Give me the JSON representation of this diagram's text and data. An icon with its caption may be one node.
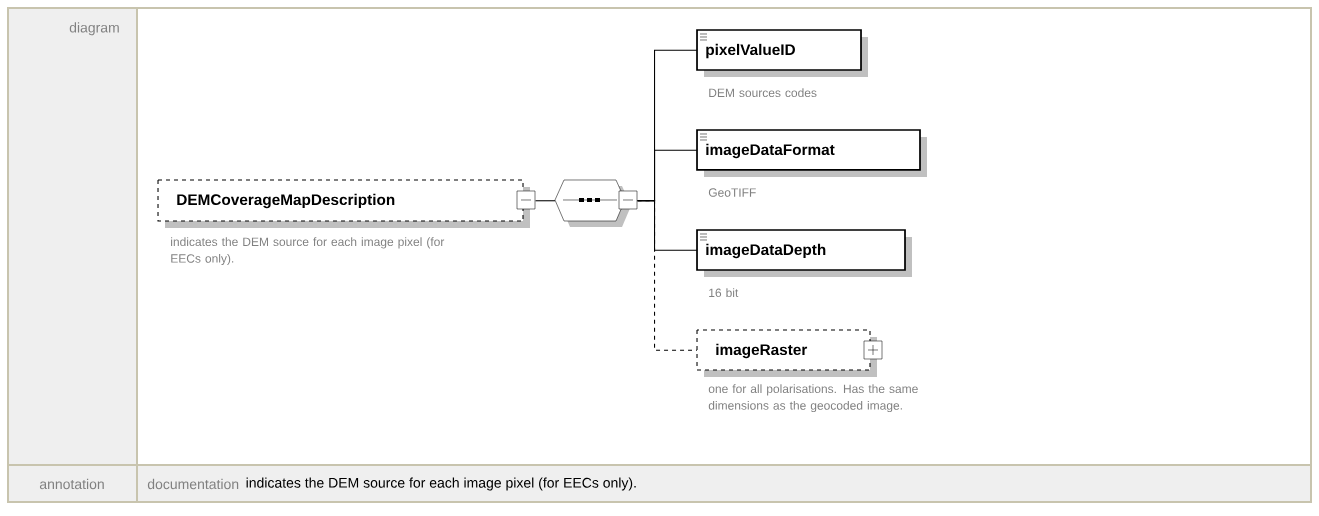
{
  "diagram": {
    "nodes": [
      {
        "text": [
          "DEMCoverageMapDescription"
        ],
        "beside": [
          "indicates the DEM source for each image pixel (for EECs only)."
        ]
      },
      {
        "text": [],
        "shape": "octagon"
      },
      {
        "text": [
          "pixelValueID"
        ],
        "beside": [
          "DEM sources codes"
        ]
      },
      {
        "text": [
          "imageDataFormat"
        ],
        "beside": [
          "GeoTIFF"
        ]
      },
      {
        "text": [
          "imageDataDepth"
        ],
        "beside": [
          "16 bit"
        ]
      },
      {
        "text": [
          "imageRaster"
        ],
        "beside": [
          "one for all polarisations.  Has the same dimensions as the geocoded image."
        ]
      }
    ],
    "edges": [
      {
        "from": 0,
        "to": 1,
        "arrow": "none"
      },
      {
        "from": 1,
        "to": 2,
        "arrow": "none"
      },
      {
        "from": 1,
        "to": 3,
        "arrow": "none"
      },
      {
        "from": 1,
        "to": 4,
        "arrow": "none"
      },
      {
        "from": 1,
        "to": 5,
        "arrow": "none",
        "style": "dashed"
      }
    ],
    "labels": [
      "diagram",
      "annotation",
      "documentation",
      "indicates the DEM source for each image pixel (for EECs only)."
    ]
  }
}
